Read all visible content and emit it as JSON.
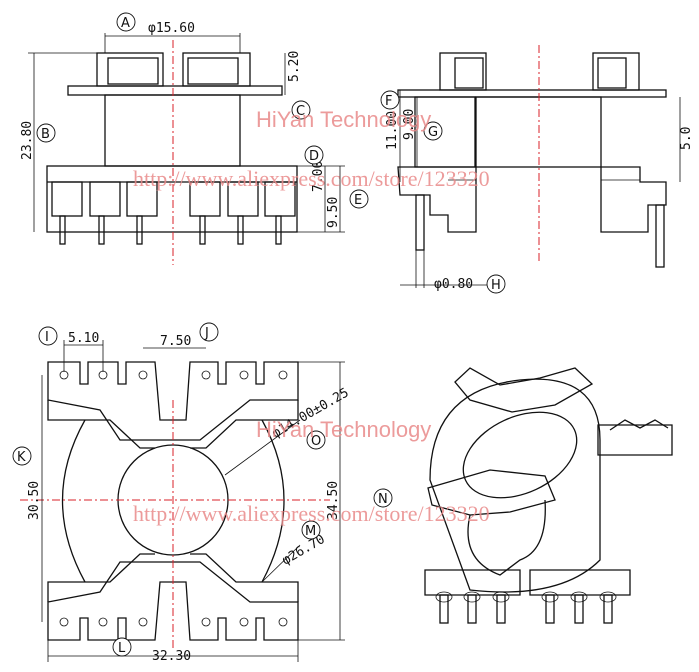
{
  "dimensions": {
    "top_width": "φ15.60",
    "flange_h": "5.20",
    "overall_h": "23.80",
    "base_h": "7.00",
    "base_h2": "9.50",
    "side_h1": "11.00",
    "side_h2": "9.00",
    "side_h3": "5.0",
    "pin_dia": "φ0.80",
    "pitch1": "5.10",
    "pitch2": "7.50",
    "bore": "φ14.00±0.25",
    "height_k": "30.50",
    "height_n": "34.50",
    "arc": "φ26.70",
    "width_l": "32.30"
  },
  "labels": [
    "A",
    "B",
    "C",
    "D",
    "E",
    "F",
    "G",
    "H",
    "I",
    "J",
    "K",
    "L",
    "M",
    "N",
    "O"
  ],
  "watermark": {
    "brand": "HiYan Technology",
    "url": "http://www.aliexpress.com/store/123320"
  },
  "colors": {
    "line": "#111111",
    "centerline": "#d8202a",
    "watermark": "#e98a8a"
  }
}
